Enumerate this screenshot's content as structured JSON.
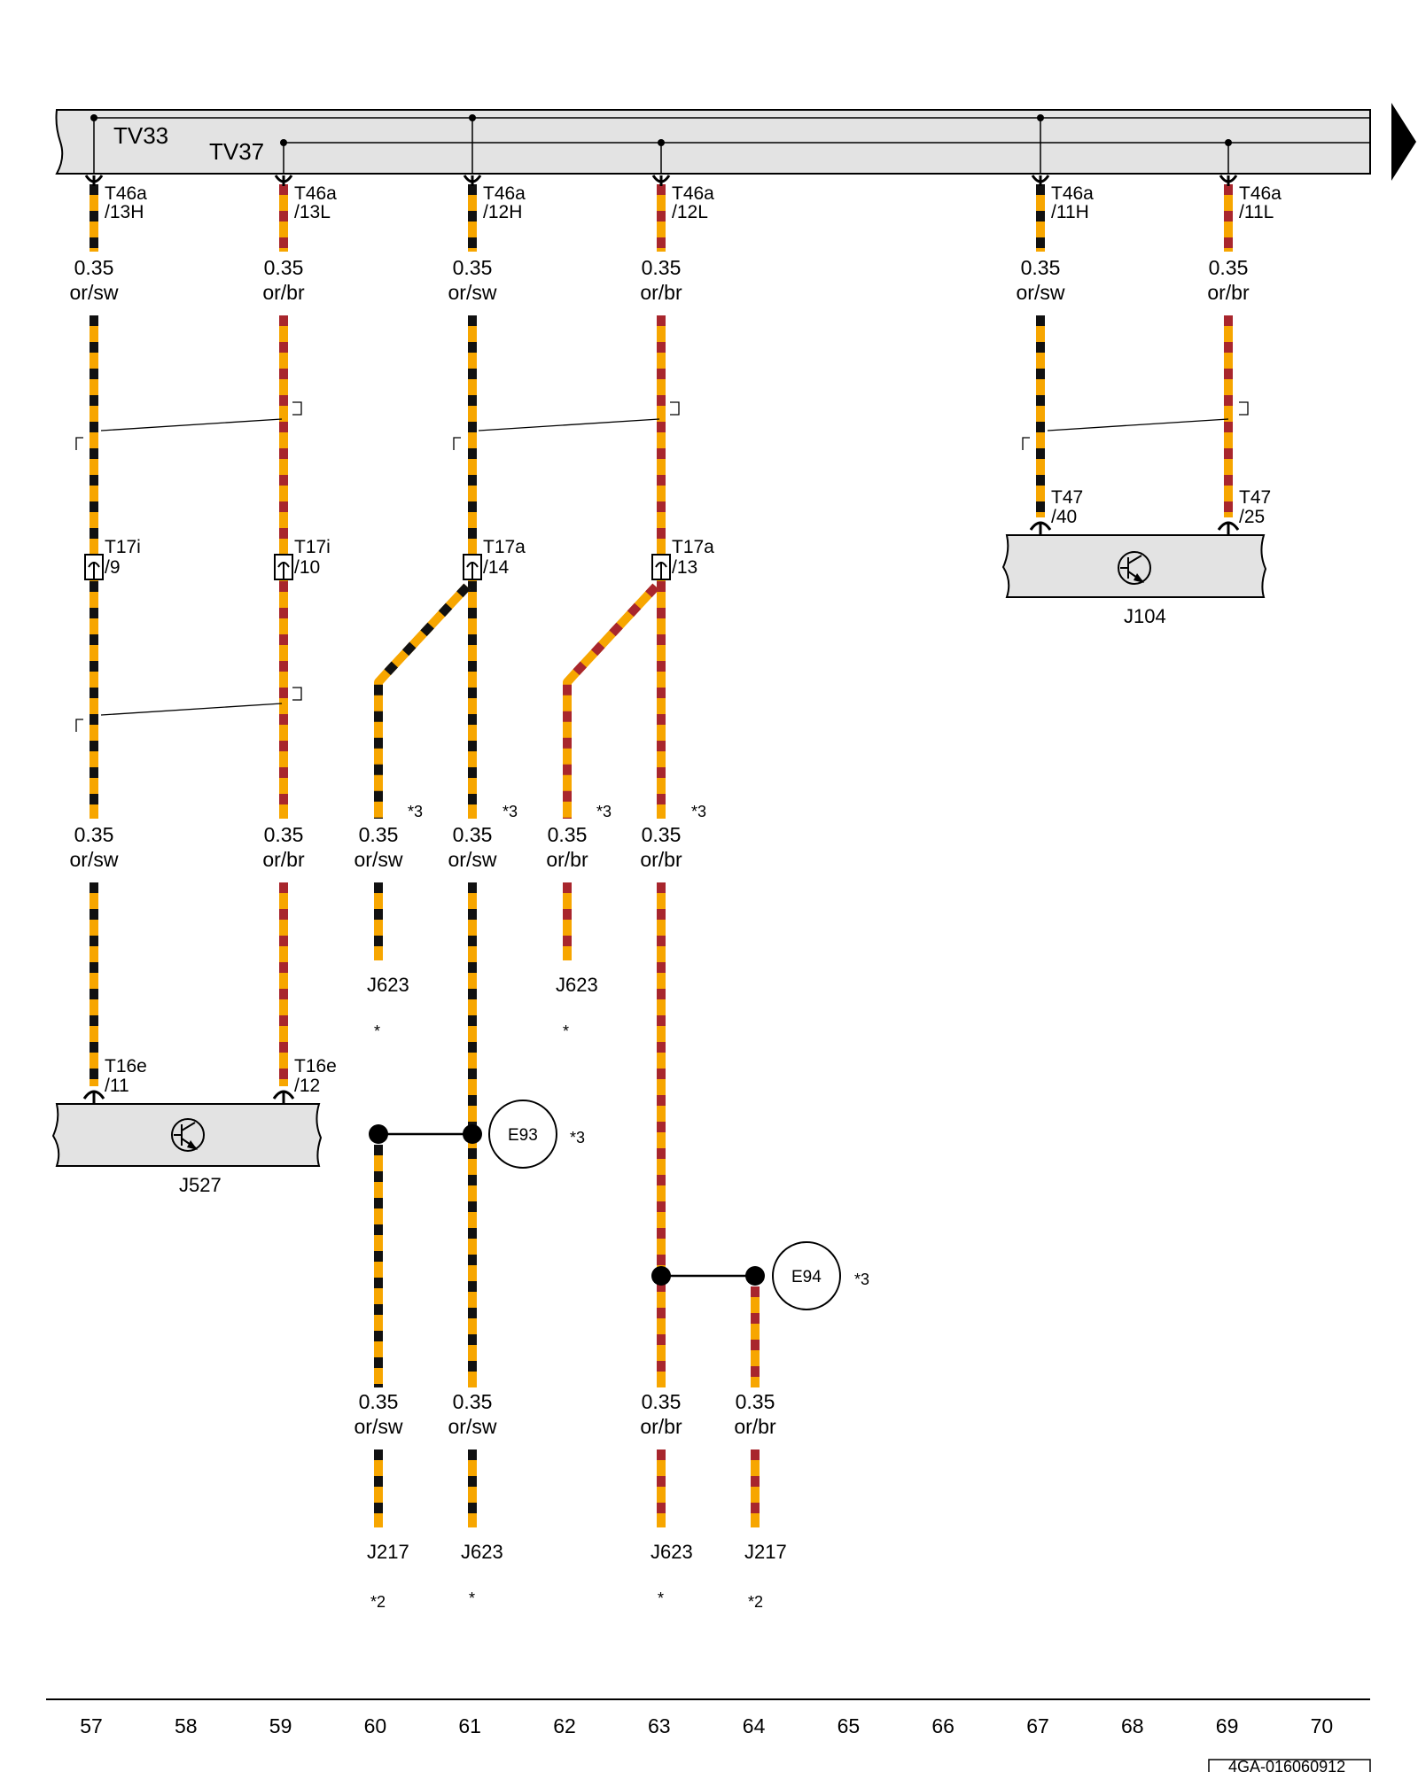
{
  "bus": {
    "tv33": "TV33",
    "tv37": "TV37"
  },
  "colors": {
    "orange": "#f7a600",
    "black": "#111111",
    "brown": "#a8262d",
    "bus_fill": "#e3e3e3"
  },
  "wires": {
    "w57a": {
      "size": "0.35",
      "color": "or/sw"
    },
    "w59a": {
      "size": "0.35",
      "color": "or/br"
    },
    "w61a": {
      "size": "0.35",
      "color": "or/sw"
    },
    "w63a": {
      "size": "0.35",
      "color": "or/br"
    },
    "w67a": {
      "size": "0.35",
      "color": "or/sw"
    },
    "w69a": {
      "size": "0.35",
      "color": "or/br"
    },
    "w57b": {
      "size": "0.35",
      "color": "or/sw"
    },
    "w59b": {
      "size": "0.35",
      "color": "or/br"
    },
    "w60b": {
      "size": "0.35",
      "color": "or/sw"
    },
    "w61b": {
      "size": "0.35",
      "color": "or/sw"
    },
    "w62b": {
      "size": "0.35",
      "color": "or/br"
    },
    "w63b": {
      "size": "0.35",
      "color": "or/br"
    },
    "w60c": {
      "size": "0.35",
      "color": "or/sw"
    },
    "w61c": {
      "size": "0.35",
      "color": "or/sw"
    },
    "w63c": {
      "size": "0.35",
      "color": "or/br"
    },
    "w64c": {
      "size": "0.35",
      "color": "or/br"
    }
  },
  "connectors": {
    "c57": {
      "name": "T46a",
      "pin": "/13H"
    },
    "c59": {
      "name": "T46a",
      "pin": "/13L"
    },
    "c61": {
      "name": "T46a",
      "pin": "/12H"
    },
    "c63": {
      "name": "T46a",
      "pin": "/12L"
    },
    "c67": {
      "name": "T46a",
      "pin": "/11H"
    },
    "c69": {
      "name": "T46a",
      "pin": "/11L"
    },
    "m57": {
      "name": "T17i",
      "pin": "/9"
    },
    "m59": {
      "name": "T17i",
      "pin": "/10"
    },
    "m61": {
      "name": "T17a",
      "pin": "/14"
    },
    "m63": {
      "name": "T17a",
      "pin": "/13"
    },
    "j67": {
      "name": "T47",
      "pin": "/40"
    },
    "j69": {
      "name": "T47",
      "pin": "/25"
    },
    "b57": {
      "name": "T16e",
      "pin": "/11"
    },
    "b59": {
      "name": "T16e",
      "pin": "/12"
    }
  },
  "components": {
    "j104": "J104",
    "j527": "J527",
    "e93": "E93",
    "e94": "E94"
  },
  "notes": {
    "n60": "*3",
    "n61": "*3",
    "n62": "*3",
    "n63": "*3",
    "e93": "*3",
    "e94": "*3"
  },
  "ends": {
    "e60": {
      "label": "J623",
      "note": "*"
    },
    "e62": {
      "label": "J623",
      "note": "*"
    },
    "f60": {
      "label": "J217",
      "note": "*2"
    },
    "f61": {
      "label": "J623",
      "note": "*"
    },
    "f63": {
      "label": "J623",
      "note": "*"
    },
    "f64": {
      "label": "J217",
      "note": "*2"
    }
  },
  "axis": [
    "57",
    "58",
    "59",
    "60",
    "61",
    "62",
    "63",
    "64",
    "65",
    "66",
    "67",
    "68",
    "69",
    "70"
  ],
  "ref_code": "4GA-016060912"
}
